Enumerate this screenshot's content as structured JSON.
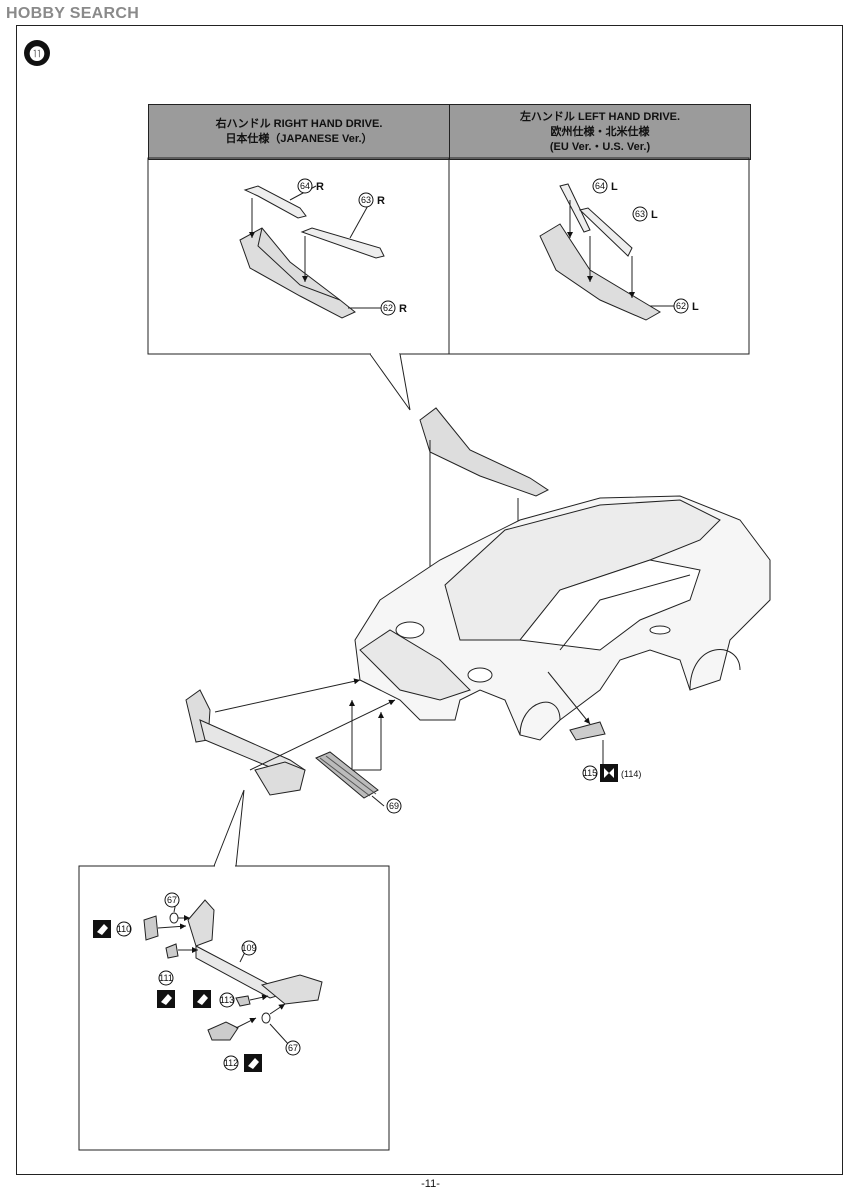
{
  "watermark": {
    "text": "HOBBY SEARCH"
  },
  "step": {
    "number": "⓫"
  },
  "header_rhd": {
    "line1": "右ハンドル RIGHT HAND DRIVE.",
    "line2": "日本仕様（JAPANESE Ver.）"
  },
  "header_lhd": {
    "line1": "左ハンドル LEFT HAND DRIVE.",
    "line2": "欧州仕様・北米仕様",
    "line3": "(EU Ver.・U.S. Ver.)"
  },
  "parts": {
    "p64": "64",
    "p63": "63",
    "p62": "62",
    "p69": "69",
    "p115": "115",
    "p114": "(114)",
    "p67": "67",
    "p110": "110",
    "p111": "111",
    "p109": "109",
    "p113": "113",
    "p112": "112"
  },
  "side": {
    "right": "R",
    "left": "L"
  },
  "page_number": "-11-"
}
